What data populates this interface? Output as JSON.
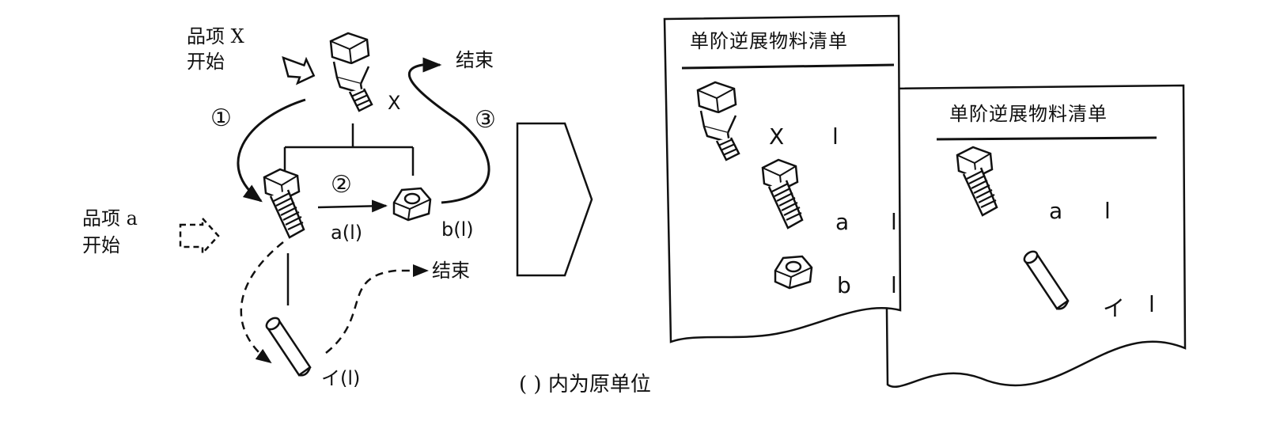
{
  "left_diagram": {
    "item_x_start": [
      "品项 X",
      "开始"
    ],
    "item_a_start": [
      "品项 a",
      "开始"
    ],
    "end_label_top": "结束",
    "end_label_mid": "结束",
    "step1": "①",
    "step2": "②",
    "step3": "③",
    "part_x_label": "X",
    "part_a_label": "a(l)",
    "part_b_label": "b(l)",
    "part_i_label": "イ(l)"
  },
  "footnote": "( ) 内为原单位",
  "sheet1": {
    "title": "单阶逆展物料清单",
    "rows": [
      {
        "code": "X",
        "qty": "l"
      },
      {
        "code": "a",
        "qty": "l"
      },
      {
        "code": "b",
        "qty": "l"
      }
    ]
  },
  "sheet2": {
    "title": "单阶逆展物料清单",
    "rows": [
      {
        "code": "a",
        "qty": "l"
      },
      {
        "code": "イ",
        "qty": "l"
      }
    ]
  }
}
